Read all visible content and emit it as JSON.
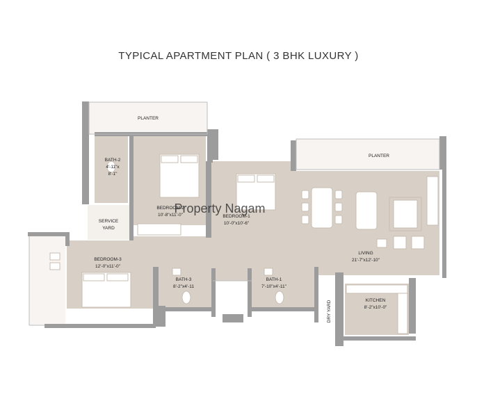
{
  "title": "TYPICAL APARTMENT PLAN ( 3 BHK LUXURY )",
  "watermark": "Property Nagam",
  "colors": {
    "room": "#d8cfc6",
    "wall": "#9c9c9c",
    "outdoor": "#f7f4f1",
    "furniture": "#ffffff"
  },
  "rooms": {
    "planter_top": {
      "name": "PLANTER"
    },
    "planter_right": {
      "name": "PLANTER"
    },
    "bath2": {
      "name": "BATH-2",
      "dim1": "4'-11\"x",
      "dim2": "8'-1\""
    },
    "bed2": {
      "name": "BEDROOM-2",
      "dim": "10'-8\"x11'-0\""
    },
    "bed1": {
      "name": "BEDROOM-1",
      "dim": "10'-0\"x10'-6\""
    },
    "service": {
      "name1": "SERVICE",
      "name2": "YARD"
    },
    "bed3": {
      "name": "BEDROOM-3",
      "dim": "12'-0\"x11'-0\""
    },
    "bath3": {
      "name": "BATH-3",
      "dim": "8'-2\"x4'-11"
    },
    "bath1": {
      "name": "BATH-1",
      "dim": "7'-10\"x4'-11\""
    },
    "living": {
      "name": "LIVING",
      "dim": "21'-7\"x12'-10\""
    },
    "kitchen": {
      "name": "KITCHEN",
      "dim": "8'-2\"x10'-0\""
    },
    "dry": {
      "name": "DRY YARD"
    }
  }
}
